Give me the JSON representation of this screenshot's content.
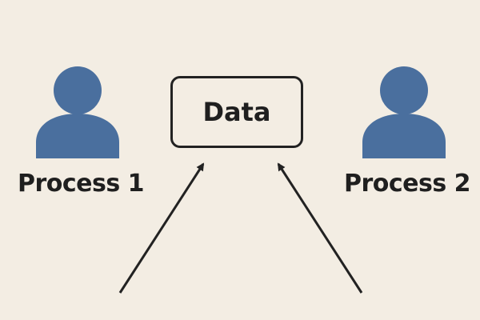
{
  "diagram": {
    "central_node": {
      "label": "Data"
    },
    "actors": [
      {
        "label": "Process 1",
        "icon": "person-icon"
      },
      {
        "label": "Process 2",
        "icon": "person-icon"
      }
    ],
    "edges": [
      {
        "target": "Data",
        "style": "arrow"
      },
      {
        "target": "Data",
        "style": "arrow"
      }
    ]
  },
  "colors": {
    "background": "#f3ede3",
    "icon": "#4a6f9e",
    "stroke": "#222222",
    "text": "#1f1f1f"
  }
}
